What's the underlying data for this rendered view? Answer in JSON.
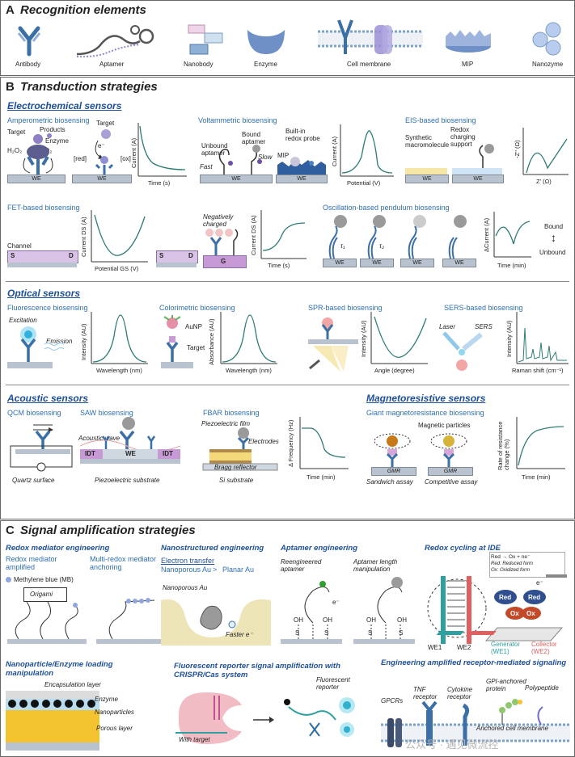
{
  "panel_a": {
    "letter": "A",
    "title": "Recognition elements",
    "items": [
      "Antibody",
      "Aptamer",
      "Nanobody",
      "Enzyme",
      "Cell membrane",
      "MIP",
      "Nanozyme"
    ]
  },
  "panel_b": {
    "letter": "B",
    "title": "Transduction strategies",
    "electrochemical": {
      "title": "Electrochemical sensors",
      "amperometric": {
        "title": "Amperometric biosensing",
        "target": "Target",
        "products": "Products",
        "enzyme": "Enzyme",
        "h2o2": "H₂O₂",
        "o2": "O₂",
        "target2": "Target",
        "e": "e⁻",
        "red": "[red]",
        "ox": "[ox]",
        "we": "WE",
        "xaxis": "Time (s)",
        "yaxis": "Current (A)"
      },
      "voltammetric": {
        "title": "Voltammetric biosensing",
        "unbound": "Unbound aptamer",
        "bound": "Bound aptamer",
        "fast": "Fast",
        "slow": "Slow",
        "builtin": "Built-in redox probe",
        "mip": "MIP",
        "we": "WE",
        "xaxis": "Potential (V)",
        "yaxis": "Current (A)"
      },
      "eis": {
        "title": "EIS-based biosensing",
        "synthetic": "Synthetic macromolecule",
        "redox": "Redox charging support",
        "we": "WE",
        "xaxis": "Z' (Ω)",
        "yaxis": "-Z'' (Ω)"
      },
      "fet": {
        "title": "FET-based biosensing",
        "channel": "Channel",
        "s": "S",
        "d": "D",
        "g": "G",
        "neg": "Negatively charged",
        "xaxis1": "Potential GS (V)",
        "yaxis1": "Current DS (A)",
        "xaxis2": "Time (s)",
        "yaxis2": "Current DS (A)"
      },
      "oscillation": {
        "title": "Oscillation-based pendulum biosensing",
        "we": "WE",
        "t1": "τ₁",
        "t2": "τ₂",
        "xaxis": "Time (min)",
        "yaxis": "ΔCurrent (A)",
        "bound": "Bound",
        "unbound": "Unbound"
      }
    },
    "optical": {
      "title": "Optical sensors",
      "fluor": {
        "title": "Fluorescence biosensing",
        "excitation": "Excitation",
        "emission": "Emission",
        "xaxis": "Wavelength (nm)",
        "yaxis": "Intensity (AU)"
      },
      "color": {
        "title": "Colorimetric biosensing",
        "aunp": "AuNP",
        "target": "Target",
        "xaxis": "Wavelength (nm)",
        "yaxis": "Absorbance (AU)"
      },
      "spr": {
        "title": "SPR-based biosensing",
        "xaxis": "Angle (degree)",
        "yaxis": "Intensity (AU)"
      },
      "sers": {
        "title": "SERS-based biosensing",
        "laser": "Laser",
        "sers": "SERS",
        "xaxis": "Raman shift (cm⁻¹)",
        "yaxis": "Intensity (AU)"
      }
    },
    "acoustic": {
      "title": "Acoustic sensors",
      "qcm": {
        "title": "QCM biosensing",
        "quartz": "Quartz surface"
      },
      "saw": {
        "title": "SAW biosensing",
        "wave": "Acoustic wave",
        "idt": "IDT",
        "we": "WE",
        "substrate": "Piezoelectric substrate"
      },
      "fbar": {
        "title": "FBAR biosensing",
        "film": "Piezoelectric film",
        "electrodes": "Electrodes",
        "bragg": "Bragg reflector",
        "si": "Si substrate",
        "xaxis": "Time (min)",
        "yaxis": "Δ Frequency (Hz)"
      }
    },
    "magneto": {
      "title": "Magnetoresistive sensors",
      "gmr_title": "Giant magnetoresistance biosensing",
      "particles": "Magnetic particles",
      "gmr": "GMR",
      "sandwich": "Sandwich assay",
      "competitive": "Competitive assay",
      "xaxis": "Time (min)",
      "yaxis": "Rate of resistance change (%)"
    }
  },
  "panel_c": {
    "letter": "C",
    "title": "Signal amplification strategies",
    "redox": {
      "title": "Redox mediator engineering",
      "amplified": "Redox mediator amplified",
      "mb": "Methylene blue (MB)",
      "origami": "Origami",
      "multi": "Multi-redox mediator anchoring"
    },
    "nano": {
      "title": "Nanostructured engineering",
      "et": "Electron transfer",
      "np": "Nanoporous Au",
      "gt": ">",
      "pa": "Planar Au",
      "npau": "Nanoporous Au",
      "faster": "Faster e⁻"
    },
    "apt": {
      "title": "Aptamer engineering",
      "reeng": "Reengineered aptamer",
      "len": "Aptamer length manipulation",
      "oh": "OH",
      "s": "S",
      "e": "e⁻"
    },
    "ide": {
      "title": "Redox cycling at IDE",
      "eq": "Red → Ox + ne⁻",
      "red_def": "Red: Reduced form",
      "ox_def": "Ox: Oxidized form",
      "red": "Red",
      "ox": "Ox",
      "we1": "WE1",
      "we2": "WE2",
      "gen": "Generator (WE1)",
      "col": "Collector (WE2)",
      "e": "e⁻"
    },
    "np_enz": {
      "title": "Nanoparticle/Enzyme loading manipulation",
      "encap": "Encapsulation layer",
      "enzyme": "Enzyme",
      "nps": "Nanoparticles",
      "porous": "Porous layer"
    },
    "crispr": {
      "title": "Fluorescent reporter signal amplification with CRISPR/Cas system",
      "reporter": "Fluorescent reporter",
      "with_target": "With target"
    },
    "receptor": {
      "title": "Engineering amplified receptor-mediated signaling",
      "gpcr": "GPCRs",
      "tnf": "TNF receptor",
      "cyto": "Cytokine receptor",
      "gpi": "GPI-anchored protein",
      "poly": "Polypeptide",
      "anchored": "Anchored cell membrane"
    }
  },
  "watermark": "公众号 · 遇见微流控",
  "colors": {
    "blue_dark": "#1d4f99",
    "blue_sub": "#2f6fb3",
    "antibody": "#3b6fa6",
    "curve": "#2e7b74",
    "membrane": "#7da2c7",
    "enzyme": "#6f8fc7",
    "fet_pink": "#c79ad6",
    "gold": "#f4c430"
  }
}
